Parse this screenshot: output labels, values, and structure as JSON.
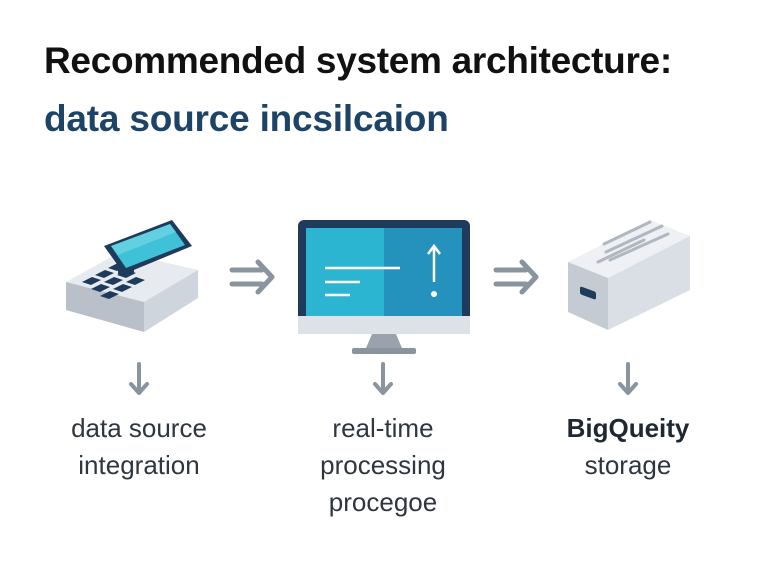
{
  "title": "Recommended system architecture:",
  "subtitle": "data source incsilcaion",
  "stages": [
    {
      "lines": [
        "data source",
        "integration"
      ],
      "icon": "device-keypad-icon"
    },
    {
      "lines": [
        "real-time",
        "processing",
        "procegoe"
      ],
      "icon": "monitor-icon"
    },
    {
      "lines": [
        "BigQueity",
        "storage"
      ],
      "icon": "storage-box-icon"
    }
  ],
  "colors": {
    "title": "#111111",
    "subtitle": "#1d4466",
    "accent": "#2bb5d0",
    "dark_frame": "#1f3b5c",
    "arrow": "#8a949e"
  }
}
